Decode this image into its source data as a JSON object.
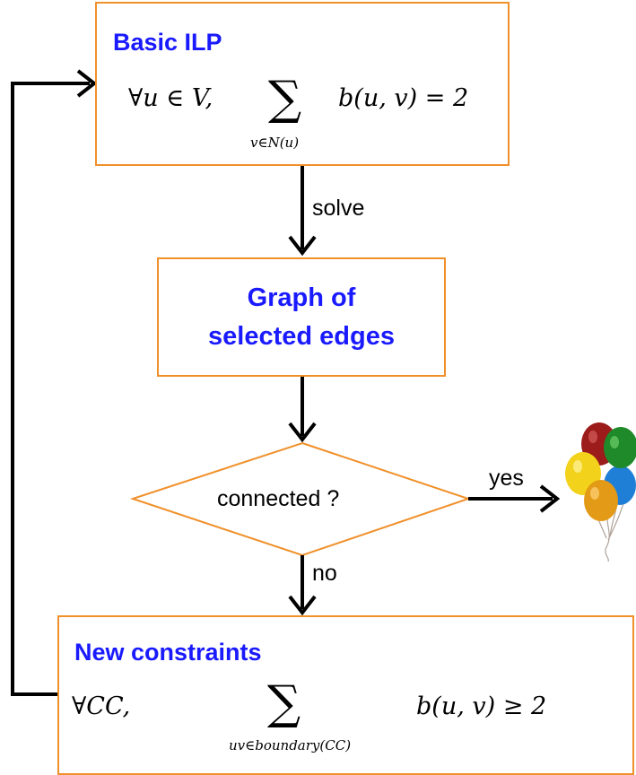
{
  "nodes": {
    "basic_ilp": {
      "title": "Basic ILP",
      "formula": {
        "quantifier": "∀u ∈ V,",
        "sum_symbol": "∑",
        "subscript": "v∈N(u)",
        "expression": "b(u, v) = 2"
      }
    },
    "graph": {
      "title_line1": "Graph of",
      "title_line2": "selected edges"
    },
    "decision": {
      "label": "connected ?"
    },
    "new_constraints": {
      "title": "New constraints",
      "formula": {
        "quantifier": "∀CC,",
        "sum_symbol": "∑",
        "subscript": "uv∈boundary(CC)",
        "expression": "b(u, v) ≥ 2"
      }
    }
  },
  "edges": {
    "solve": "solve",
    "yes": "yes",
    "no": "no"
  },
  "colors": {
    "box_border": "#f0902a",
    "title_text": "#1a1aff",
    "arrow": "#000000"
  },
  "icons": {
    "success": "balloons-icon"
  }
}
